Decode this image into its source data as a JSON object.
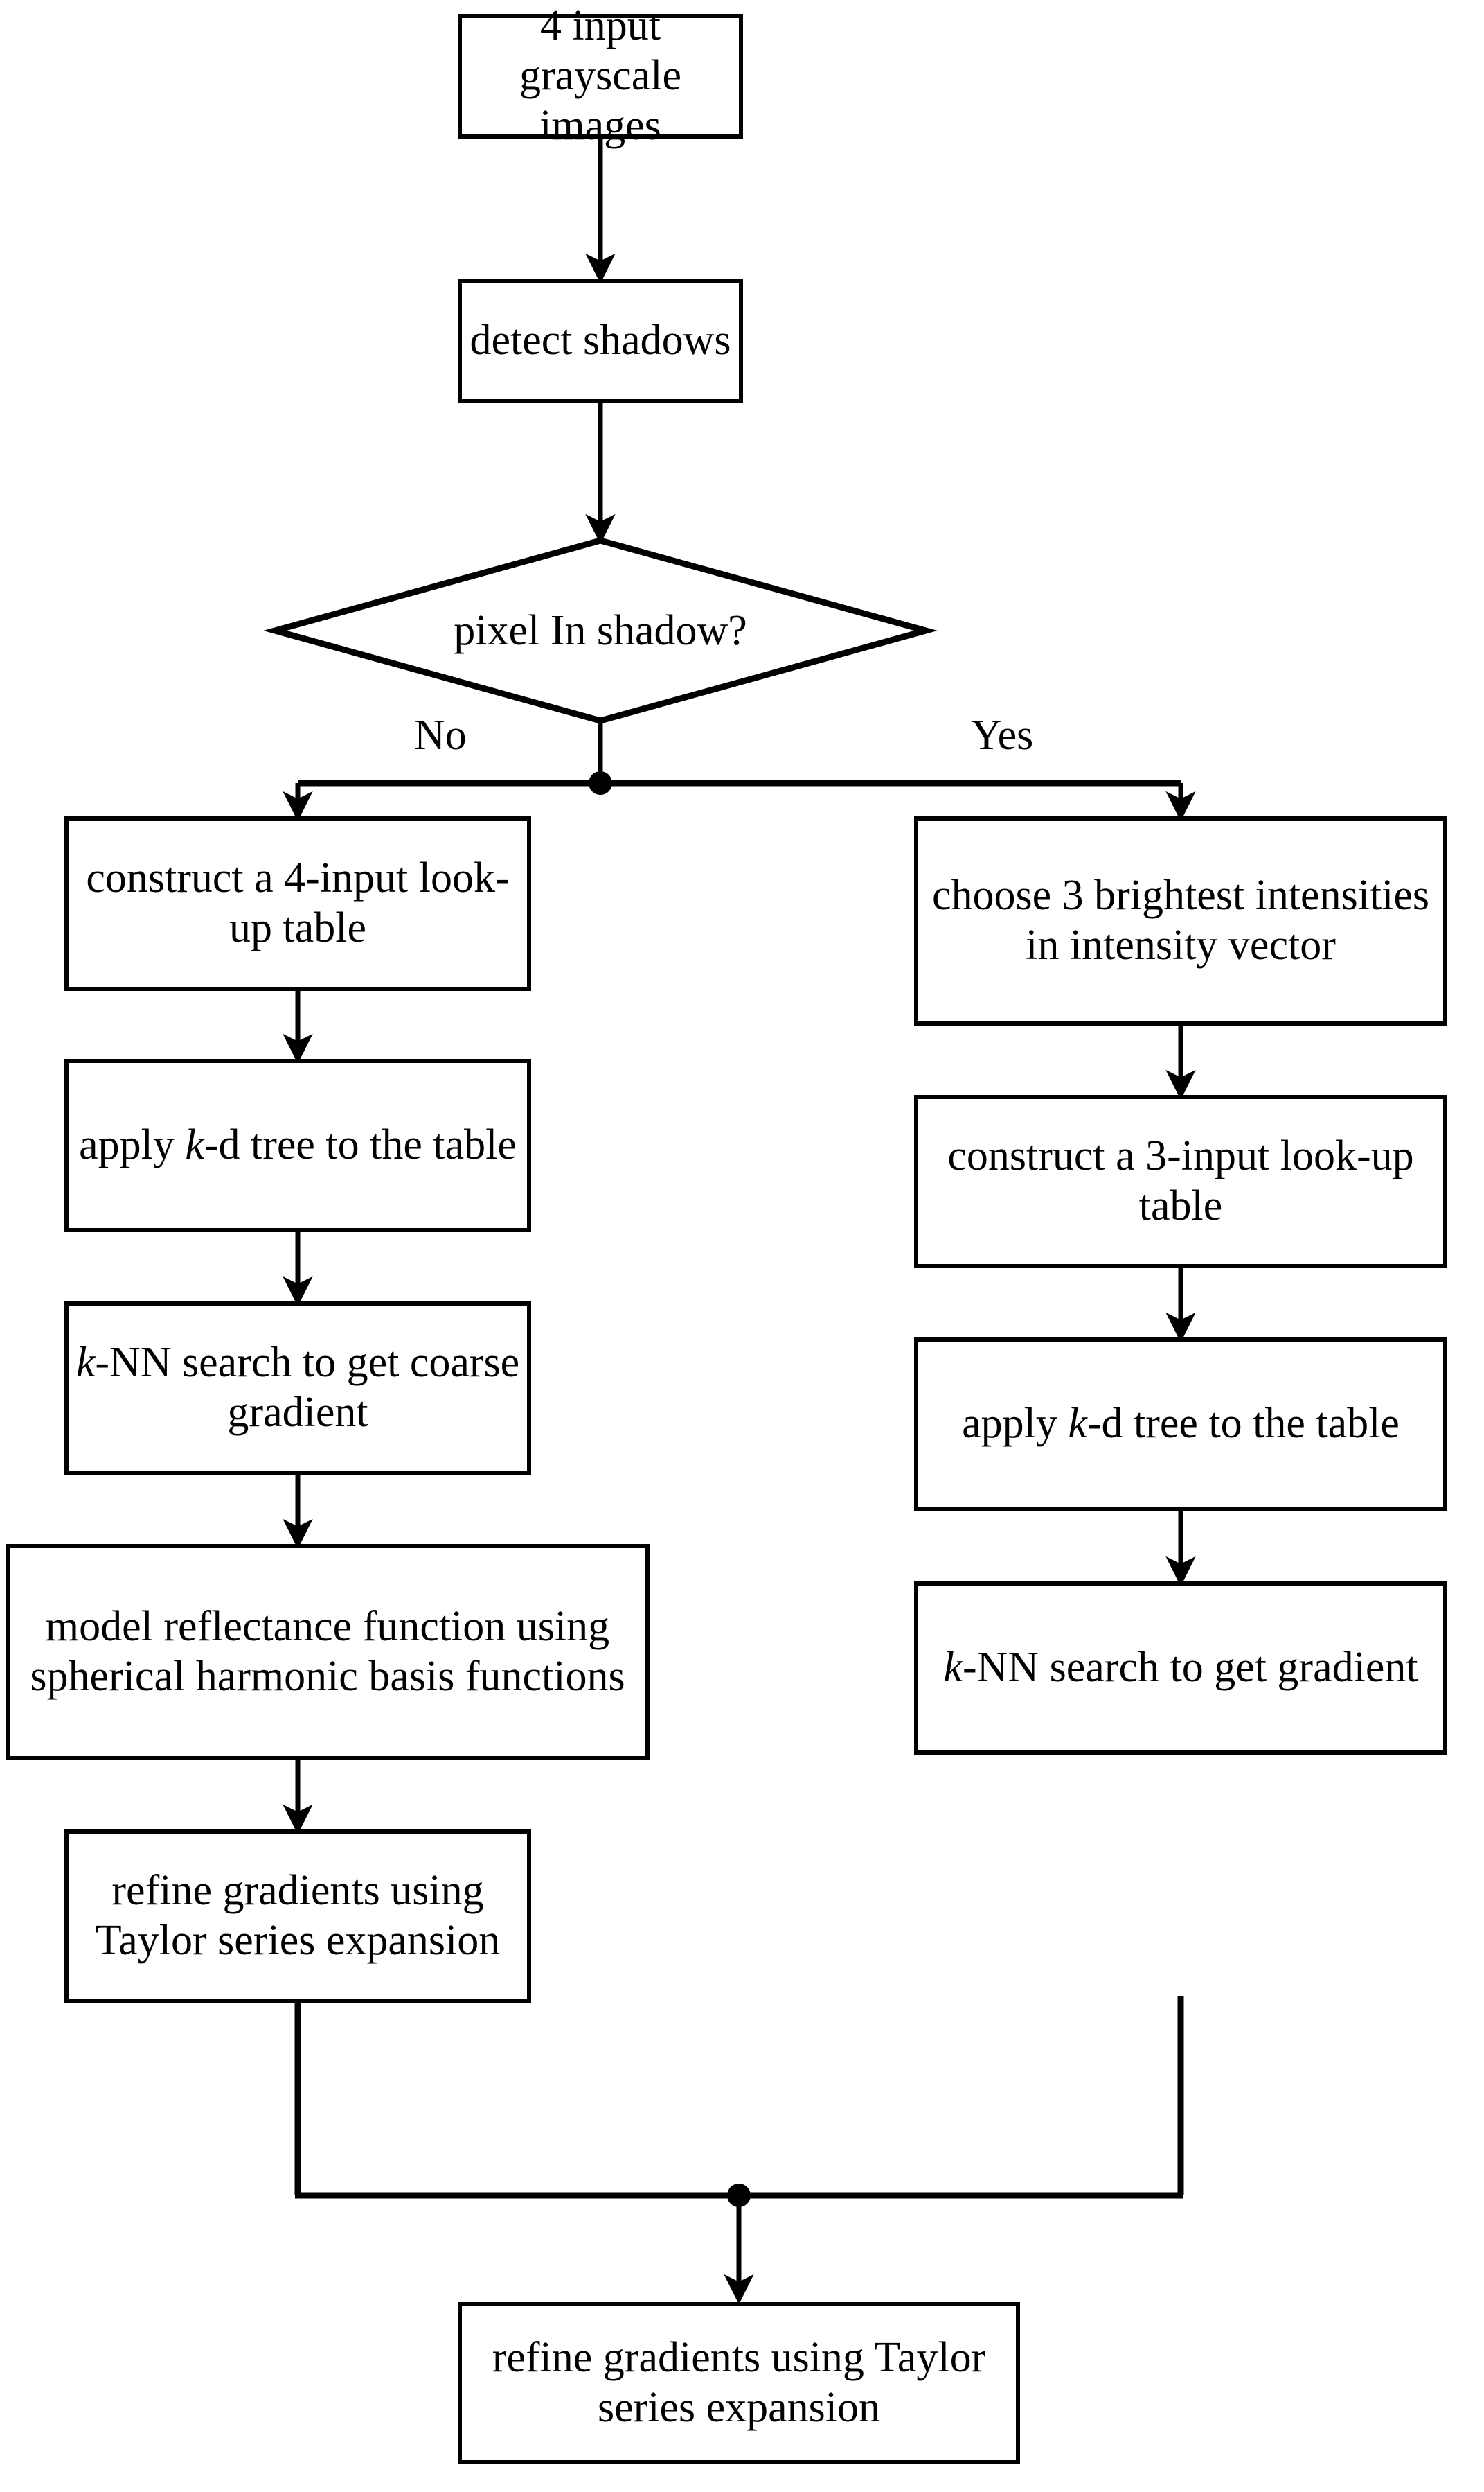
{
  "diagram": {
    "type": "flowchart",
    "title": "",
    "background_color": "#ffffff",
    "line_color": "#000000",
    "text_color": "#000000",
    "nodes": [
      {
        "id": "input",
        "shape": "rectangle",
        "text": "4 input grayscale images"
      },
      {
        "id": "detect",
        "shape": "rectangle",
        "text": "detect shadows"
      },
      {
        "id": "decision",
        "shape": "diamond",
        "text": "pixel In shadow?"
      },
      {
        "id": "lut4",
        "shape": "rectangle",
        "text": "construct a 4-input look-up table"
      },
      {
        "id": "kdtree_left",
        "shape": "rectangle",
        "text_pre": "apply ",
        "text_italic": "k",
        "text_post": "-d tree to the table"
      },
      {
        "id": "knn_coarse",
        "shape": "rectangle",
        "text_italic": "k",
        "text_post": "-NN search to get coarse gradient"
      },
      {
        "id": "model",
        "shape": "rectangle",
        "text": "model reflectance function using spherical harmonic basis functions"
      },
      {
        "id": "refine_left",
        "shape": "rectangle",
        "text": "refine gradients using Taylor series expansion"
      },
      {
        "id": "brightest",
        "shape": "rectangle",
        "text": "choose 3 brightest intensities in intensity vector"
      },
      {
        "id": "lut3",
        "shape": "rectangle",
        "text": "construct a 3-input look-up table"
      },
      {
        "id": "kdtree_right",
        "shape": "rectangle",
        "text_pre": "apply ",
        "text_italic": "k",
        "text_post": "-d tree to the table"
      },
      {
        "id": "knn_gradient",
        "shape": "rectangle",
        "text_italic": "k",
        "text_post": "-NN search to get gradient"
      },
      {
        "id": "refine_final",
        "shape": "rectangle",
        "text": "refine gradients using Taylor series expansion"
      }
    ],
    "edge_labels": {
      "no": "No",
      "yes": "Yes"
    }
  }
}
